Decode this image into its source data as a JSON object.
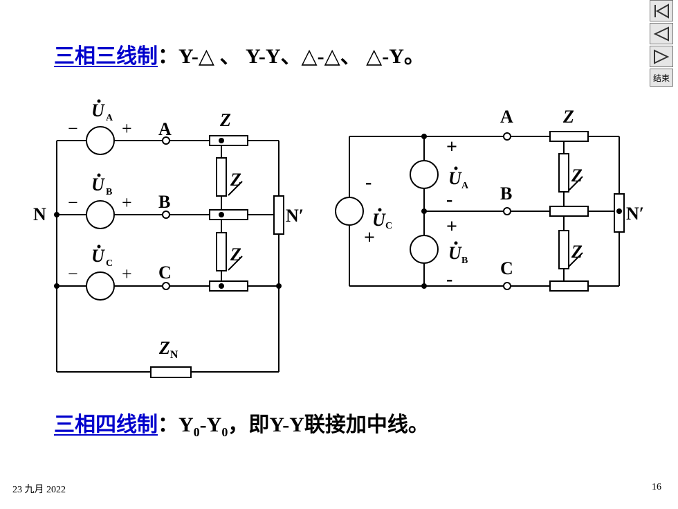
{
  "line1": {
    "link": "三相三线制",
    "sep": "：",
    "rest": "Y-△ 、 Y-Y、△-△、 △-Y。"
  },
  "line2": {
    "link": "三相四线制",
    "sep": "：",
    "y": "Y",
    "sub": "0",
    "dash": "-",
    "rest": "，即Y-Y联接加中线。"
  },
  "footer": {
    "date": "23 九月 2022",
    "page": "16"
  },
  "nav": {
    "end_label": "结束"
  },
  "left_circuit": {
    "U": "U",
    "A": "A",
    "B": "B",
    "C": "C",
    "Z": "Z",
    "N": "N",
    "Nprime": "N′",
    "ZN": "Z",
    "ZN_sub": "N",
    "plus": "+",
    "minus": "−"
  },
  "right_circuit": {
    "U": "U",
    "A": "A",
    "B": "B",
    "C": "C",
    "Z": "Z",
    "Nprime": "N′",
    "plus": "+",
    "minus": "-"
  }
}
